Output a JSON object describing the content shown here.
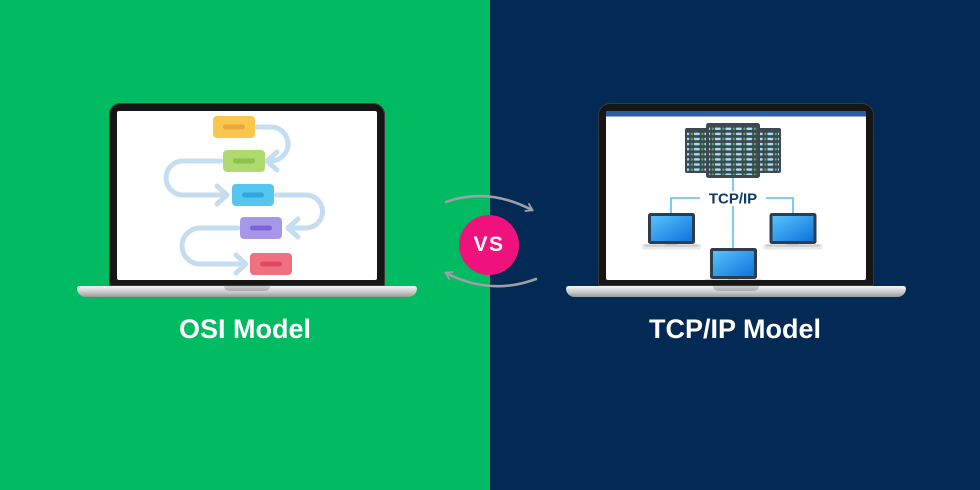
{
  "left_panel": {
    "label": "OSI Model",
    "background_color": "#00BB62",
    "flowchart": {
      "box_colors": [
        "#FBC64D",
        "#AFDB6E",
        "#56C6F0",
        "#A797E8",
        "#F1707F"
      ],
      "bar_colors": [
        "#E9A63A",
        "#8CC34C",
        "#2EA6DC",
        "#7C63D8",
        "#DF4A60"
      ],
      "arrow_color": "#C5DDF0"
    }
  },
  "center": {
    "vs_label": "VS",
    "badge_color": "#F0127C",
    "swap_arrow_color": "#9DA0A4"
  },
  "right_panel": {
    "label": "TCP/IP Model",
    "background_color": "#032A55",
    "network": {
      "protocol_label": "TCP/IP",
      "line_color": "#56BFF0",
      "server_color": "#3D4852",
      "server_row_color": "#A9DCF4",
      "server_led_color": "#4FB54C",
      "screen_strip_color": "#2B5CA7",
      "mini_laptop_screen_colors": [
        "#58C2FB",
        "#0C74DE"
      ]
    }
  }
}
